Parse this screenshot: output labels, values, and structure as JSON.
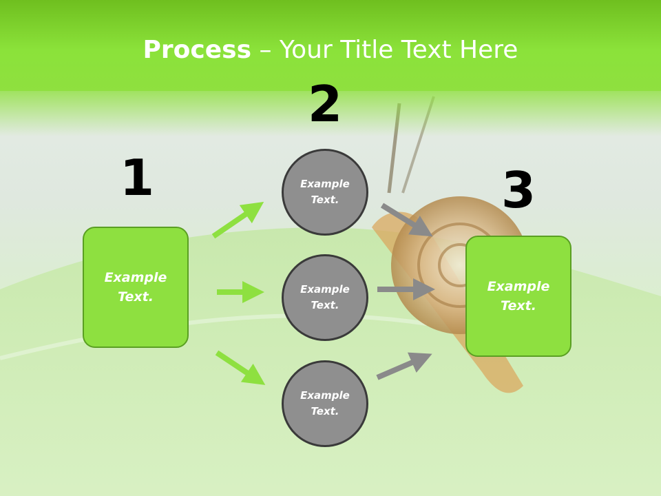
{
  "title": {
    "bold": "Process",
    "rest": " – Your Title Text Here"
  },
  "steps": {
    "one": "1",
    "two": "2",
    "three": "3"
  },
  "left_box": "Example Text.",
  "circles": [
    "Example Text.",
    "Example Text.",
    "Example Text."
  ],
  "right_box": "Example Text.",
  "colors": {
    "header": "#8be23a",
    "box": "#8ee040",
    "circle": "#8f8f8f",
    "arrow_green": "#8ee040",
    "arrow_gray": "#8a8a8a"
  }
}
